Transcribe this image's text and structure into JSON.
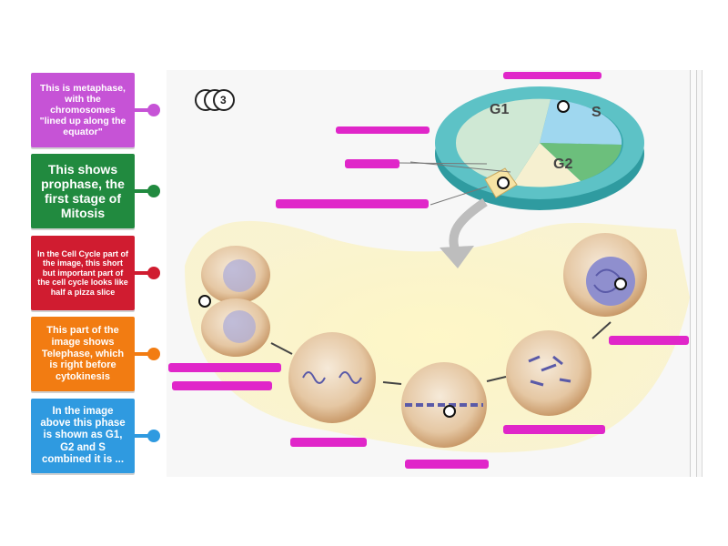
{
  "cards": [
    {
      "id": "metaphase",
      "text": "This is metaphase, with the chromosomes \"lined up along the equator\"",
      "color": "#c653d6",
      "knob_color": "#c653d6"
    },
    {
      "id": "prophase",
      "text": "This shows prophase, the first stage of Mitosis",
      "color": "#218a3f",
      "knob_color": "#218a3f"
    },
    {
      "id": "mitosis",
      "text": "In the Cell Cycle part of the image, this short but important part of the cell cycle looks like half a pizza slice",
      "color": "#d01c30",
      "knob_color": "#d01c30"
    },
    {
      "id": "telephase",
      "text": "This part of the image shows Telephase, which is right before cytokinesis",
      "color": "#f27c12",
      "knob_color": "#f27c12"
    },
    {
      "id": "interphase",
      "text": "In the image above this phase is shown as G1, G2 and S combined it is ...",
      "color": "#2f9ae0",
      "knob_color": "#2f9ae0"
    }
  ],
  "counter": {
    "label": "3"
  },
  "diagram": {
    "phase_g1": "G1",
    "phase_s": "S",
    "phase_g2": "G2"
  },
  "colors": {
    "highlighter": "#e026c9",
    "panel_bg": "#f7f7f7"
  }
}
